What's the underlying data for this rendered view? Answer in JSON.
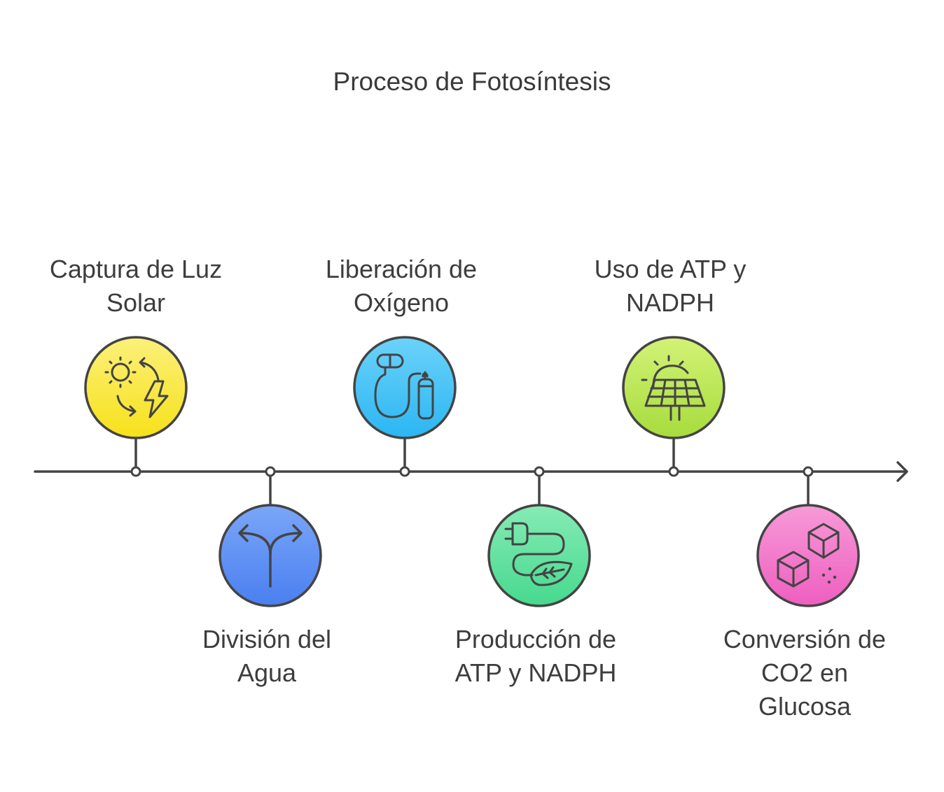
{
  "title": "Proceso de Fotosíntesis",
  "steps": [
    {
      "label": "Captura de Luz\nSolar",
      "icon": "sun-energy-icon",
      "color_top": "#fbf07a",
      "color_bottom": "#f7e11a",
      "position": "above"
    },
    {
      "label": "División del\nAgua",
      "icon": "split-arrow-icon",
      "color_top": "#7aa6f8",
      "color_bottom": "#4a7ff0",
      "position": "below"
    },
    {
      "label": "Liberación de\nOxígeno",
      "icon": "oxygen-tank-icon",
      "color_top": "#6cd2fa",
      "color_bottom": "#2bb6f2",
      "position": "above"
    },
    {
      "label": "Producción de\nATP y NADPH",
      "icon": "plug-leaf-icon",
      "color_top": "#86ebb6",
      "color_bottom": "#46d98e",
      "position": "below"
    },
    {
      "label": "Uso de ATP y\nNADPH",
      "icon": "solar-panel-icon",
      "color_top": "#d3f277",
      "color_bottom": "#a7dc3c",
      "position": "above"
    },
    {
      "label": "Conversión de\nCO2 en\nGlucosa",
      "icon": "sugar-cubes-icon",
      "color_top": "#f79ad8",
      "color_bottom": "#ee5ec0",
      "position": "below"
    }
  ]
}
